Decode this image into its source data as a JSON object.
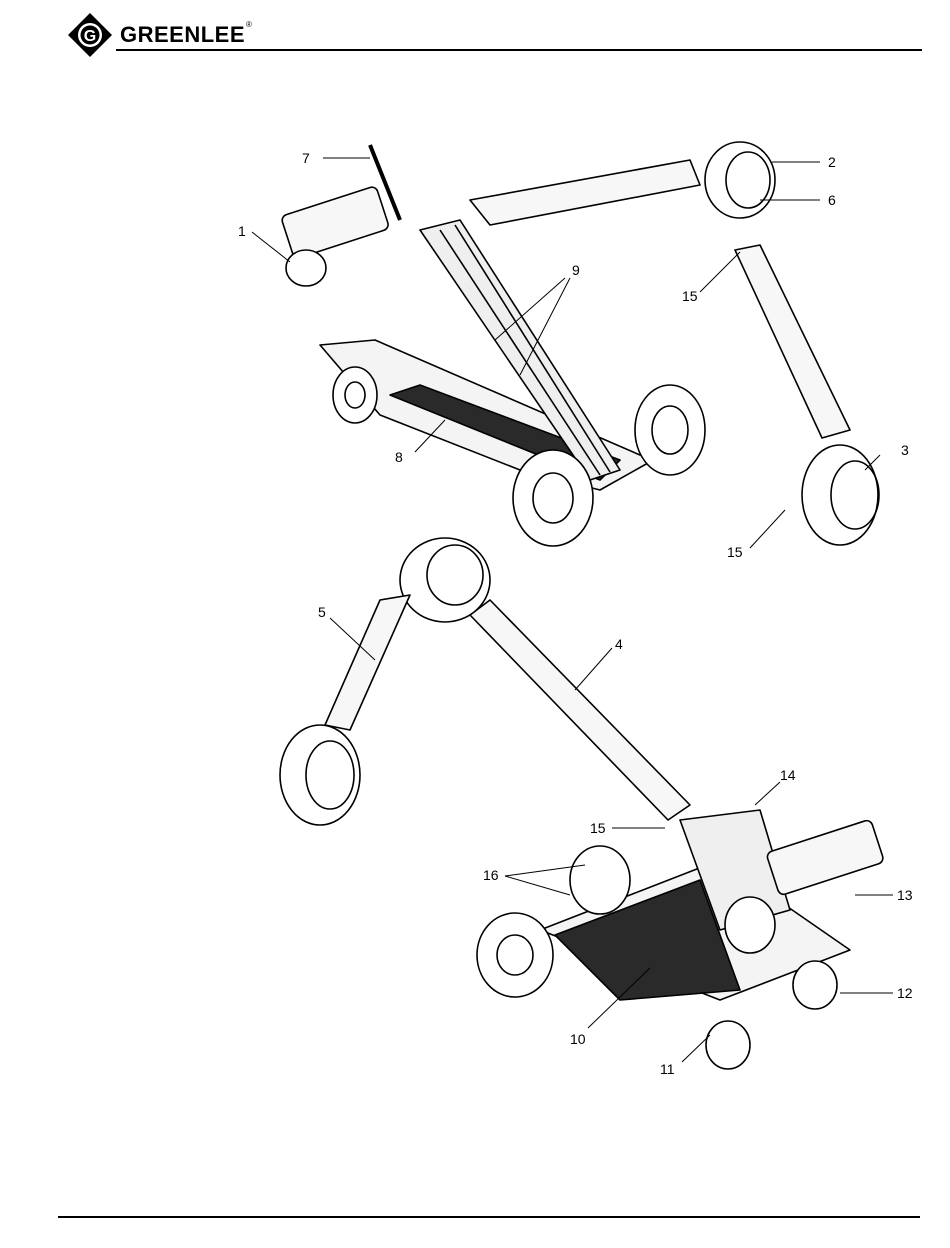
{
  "header": {
    "brand": "GREENLEE",
    "registered": "®",
    "logo_letter": "G"
  },
  "figure": {
    "callouts": [
      "1",
      "2",
      "3",
      "4",
      "5",
      "6",
      "7",
      "8",
      "9",
      "10",
      "11",
      "12",
      "13",
      "14",
      "15",
      "15",
      "15",
      "16"
    ]
  }
}
